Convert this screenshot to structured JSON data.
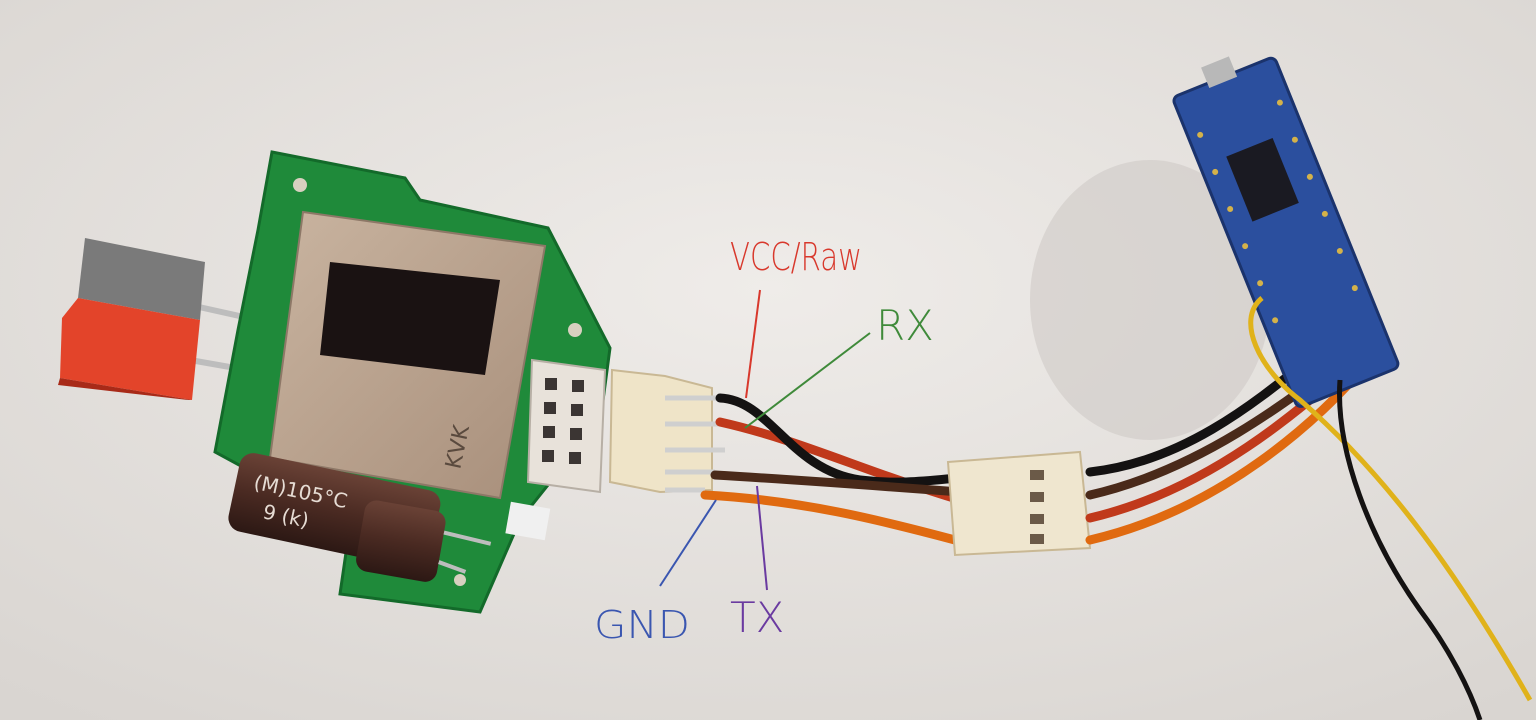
{
  "photo": {
    "annotations": [
      {
        "label": "VCC/Raw",
        "color": "#d8382c"
      },
      {
        "label": "RX",
        "color": "#3f8a3a"
      },
      {
        "label": "GND",
        "color": "#3a56b0"
      },
      {
        "label": "TX",
        "color": "#6a3aa0"
      }
    ],
    "component_markings": {
      "shield": "KVK",
      "capacitor_rating": "(M)105°C",
      "capacitor_value": "9 (k)"
    },
    "colors": {
      "background": "#e8e5e2",
      "pcb": "#1f8a3a",
      "arduino": "#2b4f9e",
      "wire_black": "#141212",
      "wire_red": "#c0391b",
      "wire_brown": "#4a2a1a",
      "wire_orange": "#e06a10",
      "wire_yellow": "#e0b21a"
    }
  }
}
